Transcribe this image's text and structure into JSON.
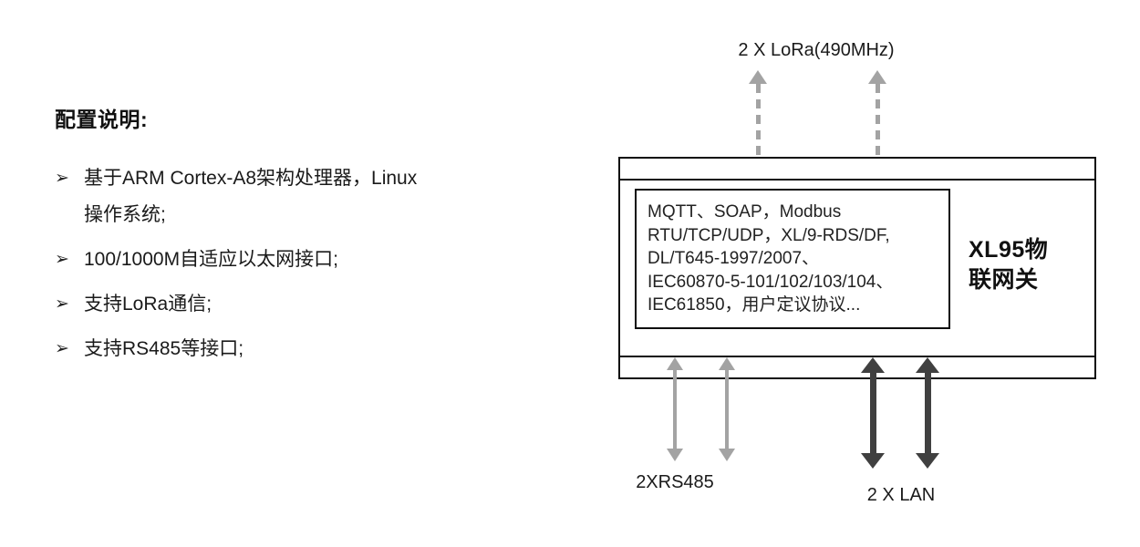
{
  "left_panel": {
    "heading": "配置说明:",
    "marker": "➢",
    "bullets": [
      {
        "lines": [
          "基于ARM Cortex-A8架构处理器，Linux",
          "操作系统;"
        ]
      },
      {
        "lines": [
          "100/1000M自适应以太网接口;"
        ]
      },
      {
        "lines": [
          "支持LoRa通信;"
        ]
      },
      {
        "lines": [
          "支持RS485等接口;"
        ]
      }
    ]
  },
  "diagram": {
    "top_label": "2 X LoRa(490MHz)",
    "protocol_lines": [
      "MQTT、SOAP，Modbus",
      "RTU/TCP/UDP，XL/9-RDS/DF,",
      "DL/T645-1997/2007、",
      "IEC60870-5-101/102/103/104、",
      "IEC61850，用户定议协议..."
    ],
    "device_label": [
      "XL95物",
      "联网关"
    ],
    "bottom_left_label": "2XRS485",
    "bottom_right_label": "2 X LAN",
    "colors": {
      "gray_arrow": "#a3a3a3",
      "dark_arrow": "#404040",
      "border": "#0d0d0d"
    }
  }
}
